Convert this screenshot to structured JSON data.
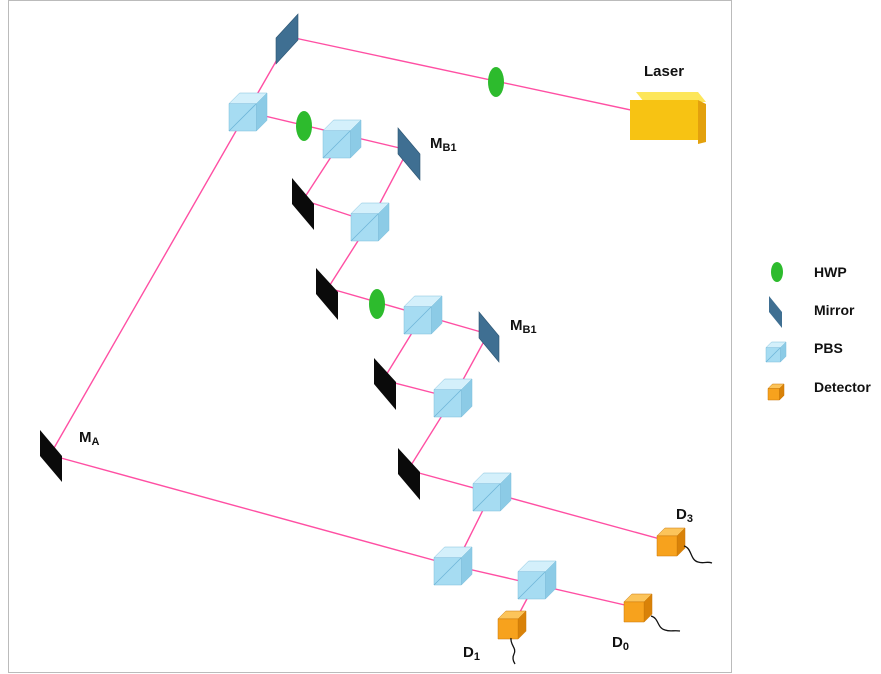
{
  "laser_label": "Laser",
  "mirror_labels": {
    "mb1_top": {
      "main": "M",
      "sub": "B1"
    },
    "mb1_mid": {
      "main": "M",
      "sub": "B1"
    },
    "ma": {
      "main": "M",
      "sub": "A"
    }
  },
  "detector_labels": {
    "d3": {
      "main": "D",
      "sub": "3"
    },
    "d0": {
      "main": "D",
      "sub": "0"
    },
    "d1": {
      "main": "D",
      "sub": "1"
    }
  },
  "legend": {
    "hwp": "HWP",
    "mirror": "Mirror",
    "pbs": "PBS",
    "detector": "Detector"
  },
  "colors": {
    "beam": "#ff4fa3",
    "hwp": "#2dbb2d",
    "mirror": "#3f6f92",
    "mirror_black": "#0a0a0a",
    "pbs": "#a6dcf2",
    "detector": "#f7a21d",
    "laser": "#f7c313",
    "frame": "#bbbbbb"
  }
}
